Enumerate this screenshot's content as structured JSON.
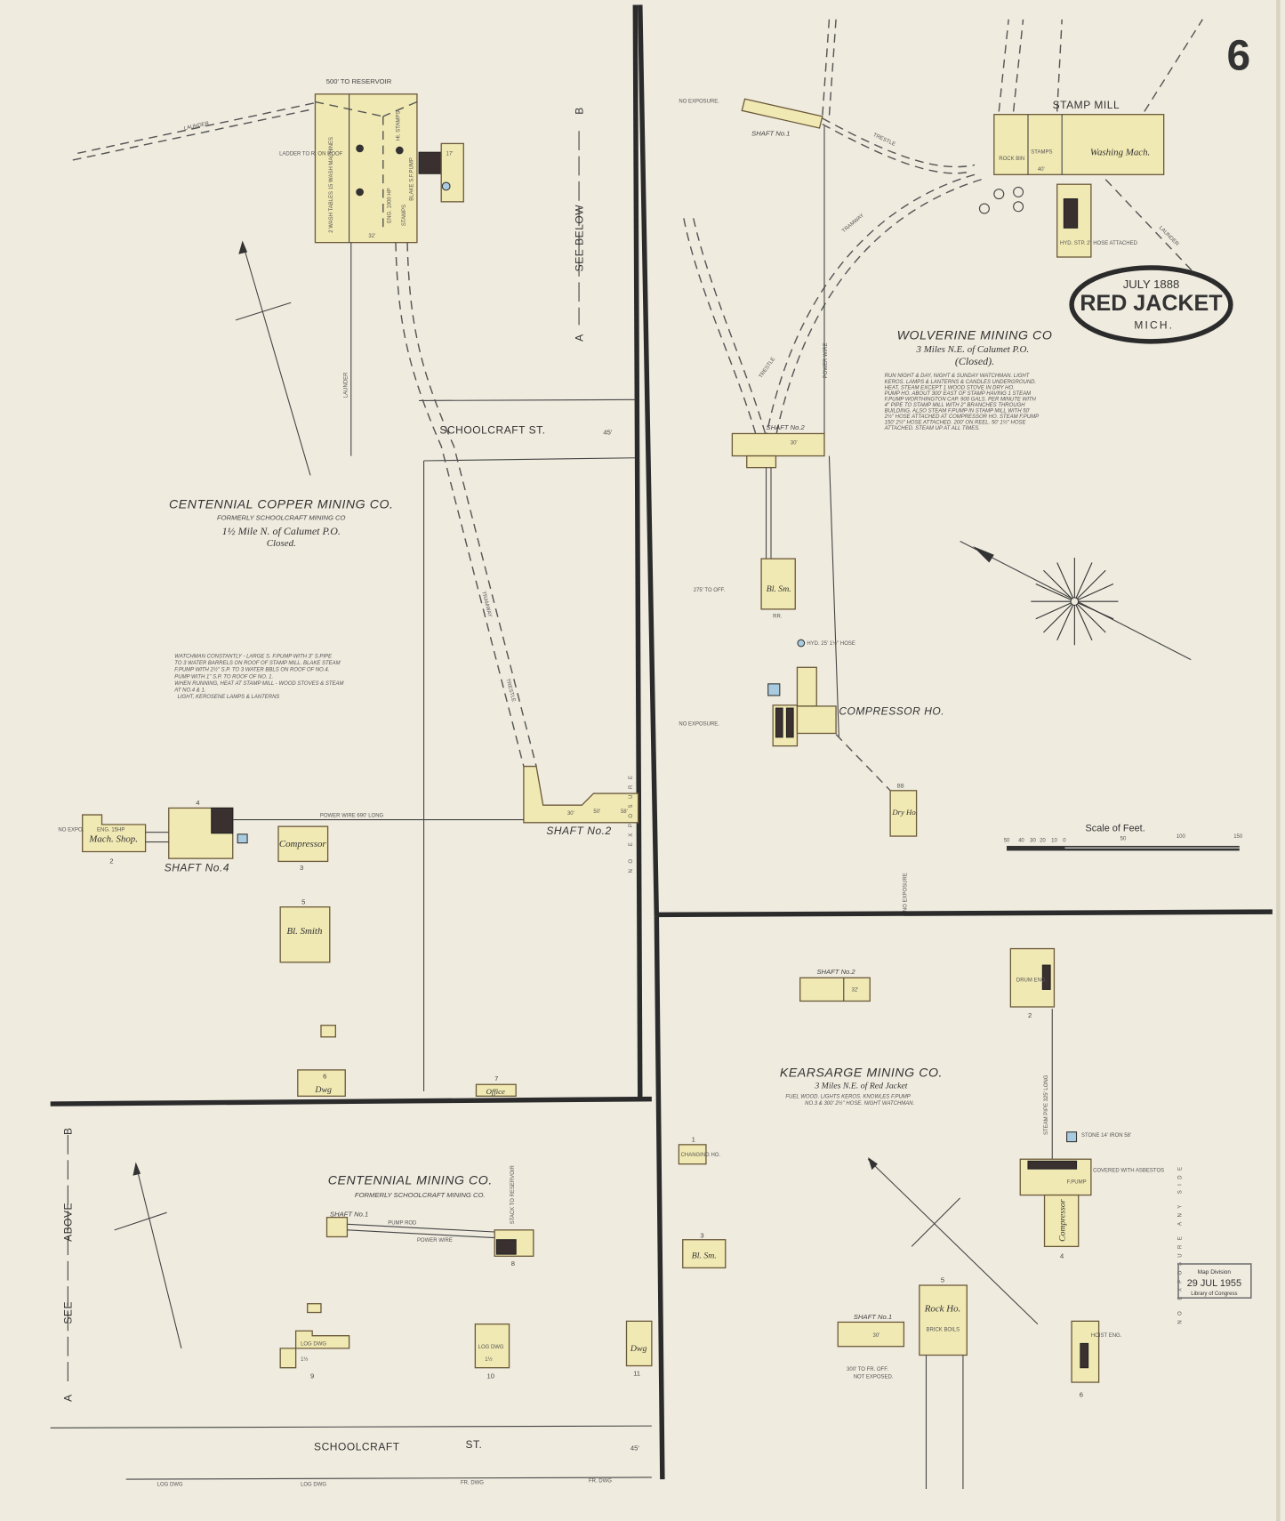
{
  "sheet": {
    "number": "6",
    "date": "JULY 1888",
    "town": "RED JACKET",
    "state": "MICH."
  },
  "stamp": {
    "line1": "Map Division",
    "line2": "29 JUL 1955",
    "line3": "Library of Congress"
  },
  "scale": {
    "title": "Scale of Feet.",
    "ticks": [
      "50",
      "40",
      "30",
      "20",
      "10",
      "0",
      "50",
      "100",
      "150"
    ]
  },
  "centennial_copper": {
    "title": "CENTENNIAL COPPER MINING CO.",
    "subtitle": "FORMERLY SCHOOLCRAFT MINING CO",
    "location": "1½ Mile N. of Calumet P.O.",
    "status": "Closed.",
    "notes": [
      "WATCHMAN CONSTANTLY - LARGE S. F.PUMP WITH 3\" S.PIPE",
      "TO 3 WATER BARRELS ON ROOF OF STAMP MILL. BLAKE STEAM",
      "F.PUMP WITH 2½\" S.P. TO 3 WATER BBLS ON ROOF OF NO.4.",
      "PUMP WITH 1\" S.P. TO ROOF OF NO. 1.",
      "WHEN RUNNING, HEAT AT STAMP MILL - WOOD STOVES & STEAM",
      "AT NO.4 & 1.",
      "LIGHT, KEROSENE LAMPS & LANTERNS"
    ],
    "labels": {
      "reservoir": "500' TO RESERVOIR",
      "launder": "LAUNDER",
      "wash": "2 WASH TABLES  15 WASH MACHINES",
      "eng": "ENG. 1000 HP",
      "stamps": "STAMPS",
      "hi_stamps": "HI. STAMPS",
      "pump": "BLAKE S.F.PUMP",
      "ladder": "LADDER TO R. ON ROOF",
      "dim32": "32'",
      "dim17": "17'",
      "see_b": "B",
      "see_below": "SEE BELOW",
      "see_a": "A",
      "street": "SCHOOLCRAFT ST.",
      "street_w": "45'",
      "tramway": "TRAMWAY",
      "trestle": "TRESTLE",
      "no_exposure": "NO EXPOSURE",
      "shaft2": "SHAFT No.2",
      "d30": "30'",
      "d50": "50'",
      "d58": "58'",
      "mach": "Mach. Shop.",
      "mach_eng": "ENG. 15HP",
      "n2": "2",
      "no_expo": "NO EXPO.",
      "n4": "4",
      "shaft4": "SHAFT No.4",
      "compressor": "Compressor",
      "n3": "3",
      "power_wire": "POWER WIRE 690' LONG",
      "blsmith": "Bl. Smith",
      "n5": "5",
      "dwg": "Dwg",
      "n6": "6",
      "office": "Office",
      "n7": "7"
    }
  },
  "centennial": {
    "title": "CENTENNIAL MINING CO.",
    "subtitle": "FORMERLY SCHOOLCRAFT MINING CO.",
    "labels": {
      "see_b": "B",
      "above": "ABOVE",
      "see": "SEE",
      "see_a": "A",
      "shaft1": "SHAFT No.1",
      "pump_rod": "PUMP ROD",
      "power_wire": "POWER WIRE",
      "stack": "STACK TO RESERVOIR",
      "n8": "8",
      "log_dwg": "LOG DWG",
      "h15": "1½",
      "n9": "9",
      "n10": "10",
      "dwg11": "Dwg",
      "n11": "11",
      "street": "SCHOOLCRAFT",
      "st": "ST.",
      "street_w": "45'",
      "b1": "LOG DWG",
      "b2": "LOG DWG",
      "b3": "FR. DWG",
      "b4": "FR. DWG"
    }
  },
  "wolverine": {
    "title": "WOLVERINE MINING CO",
    "location": "3 Miles N.E. of Calumet P.O.",
    "status": "(Closed).",
    "notes": [
      "RUN NIGHT & DAY, NIGHT & SUNDAY WATCHMAN. LIGHT",
      "KEROS. LAMPS & LANTERNS & CANDLES UNDERGROUND.",
      "HEAT, STEAM EXCEPT 1 WOOD STOVE IN DRY HO.",
      "PUMP HO. ABOUT 300' EAST OF STAMP HAVING 1 STEAM",
      "F.PUMP WORTHINGTON CAP. 900 GALS. PER MINUTE WITH",
      "4\" PIPE TO STAMP MILL WITH 2\" BRANCHES THROUGH",
      "BUILDING. ALSO STEAM F.PUMP IN STAMP MILL WITH 50'",
      "2½\" HOSE ATTACHED AT COMPRESSOR HO. STEAM F.PUMP",
      "150' 2½\" HOSE ATTACHED. 200' ON REEL. 50' 1½\" HOSE",
      "ATTACHED. STEAM UP AT ALL TIMES."
    ],
    "labels": {
      "no_exposure1": "NO EXPOSURE.",
      "shaft1": "SHAFT No.1",
      "stamp_mill": "STAMP MILL",
      "washing": "Washing Mach.",
      "rock_bin": "ROCK BIN",
      "stamps": "STAMPS",
      "d40": "40'",
      "hyd": "HYD. STP. 2\" HOSE ATTACHED",
      "shaft2": "SHAFT No.2",
      "d30": "30'",
      "blsm": "Bl. Sm.",
      "rr": "RR.",
      "to_off": "275' TO OFF.",
      "hyd2": "HYD. 25' 1½\" HOSE",
      "compressor": "COMPRESSOR HO.",
      "no_exposure2": "NO EXPOSURE.",
      "bb": "BB",
      "dry": "Dry Ho.",
      "no_exposure3": "NO EXPOSURE",
      "trestle": "TRESTLE",
      "tramway": "TRAMWAY",
      "power": "POWER WIRE",
      "launder": "LAUNDER"
    }
  },
  "kearsarge": {
    "title": "KEARSARGE MINING CO.",
    "location": "3 Miles N.E. of Red Jacket",
    "notes": [
      "FUEL WOOD. LIGHTS KEROS. KNOWLES F.PUMP",
      "NO.3 & 300' 2½\" HOSE. NIGHT WATCHMAN."
    ],
    "labels": {
      "shaft2": "SHAFT No.2",
      "d32": "32'",
      "drum": "DRUM ENG.",
      "n2": "2",
      "steam_pipe": "STEAM PIPE 325' LONG",
      "stone": "STONE 14' IRON 58'",
      "asbestos": "COVERED WITH ASBESTOS",
      "fpump": "F.PUMP",
      "compressor": "Compressor",
      "n4": "4",
      "changing": "CHANGING HO.",
      "n1": "1",
      "blsm": "Bl. Sm.",
      "n3": "3",
      "shaft1": "SHAFT No.1",
      "d30": "30'",
      "rock": "Rock Ho.",
      "n5": "5",
      "brick": "BRICK BOILS",
      "fr_off": "300' TO FR. OFF.",
      "not_exposed": "NOT EXPOSED.",
      "hoist": "HOIST ENG.",
      "n6": "6",
      "no_exposure": "NO EXPOSURE ANY SIDE"
    }
  },
  "colors": {
    "paper": "#efebdf",
    "building": "#f1e9b3",
    "boiler": "#3a3030",
    "water": "#a9cbe0",
    "ink": "#2b2b2b"
  }
}
